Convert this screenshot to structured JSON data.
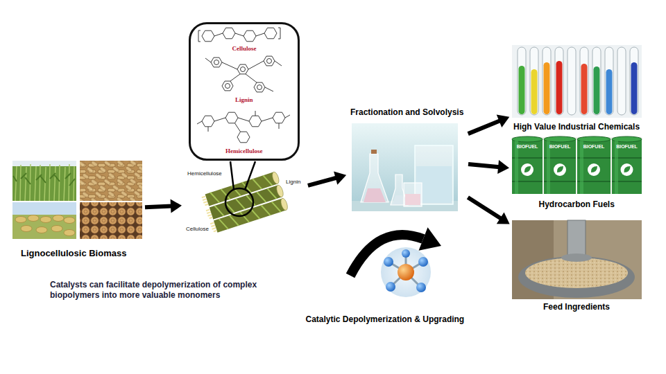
{
  "diagram": {
    "nodes": [
      {
        "text": [
          "Lignocellulosic Biomass"
        ]
      },
      {
        "text": [
          "Cellulose",
          "Lignin",
          "Hemicellulose"
        ]
      },
      {
        "text": [
          "Hemicellulose",
          "Lignin",
          "Cellulose"
        ]
      },
      {
        "text": [
          "Fractionation and Solvolysis"
        ]
      },
      {
        "text": [
          "High Value Industrial Chemicals"
        ]
      },
      {
        "text": [
          "Hydrocarbon Fuels"
        ]
      },
      {
        "text": [
          "Feed Ingredients"
        ]
      },
      {
        "text": [
          "Catalytic Depolymerization & Upgrading"
        ]
      }
    ],
    "edges": [
      {
        "from": 0,
        "to": 2,
        "arrow": "to"
      },
      {
        "from": 2,
        "to": 3,
        "arrow": "to"
      },
      {
        "from": 3,
        "to": 4,
        "arrow": "to"
      },
      {
        "from": 3,
        "to": 5,
        "arrow": "to"
      },
      {
        "from": 3,
        "to": 6,
        "arrow": "to"
      }
    ],
    "labels": [
      "Catalysts can facilitate depolymerization of complex biopolymers into more valuable monomers",
      "BIOFUEL",
      "BIOFUEL",
      "BIOFUEL",
      "BIOFUEL"
    ]
  }
}
